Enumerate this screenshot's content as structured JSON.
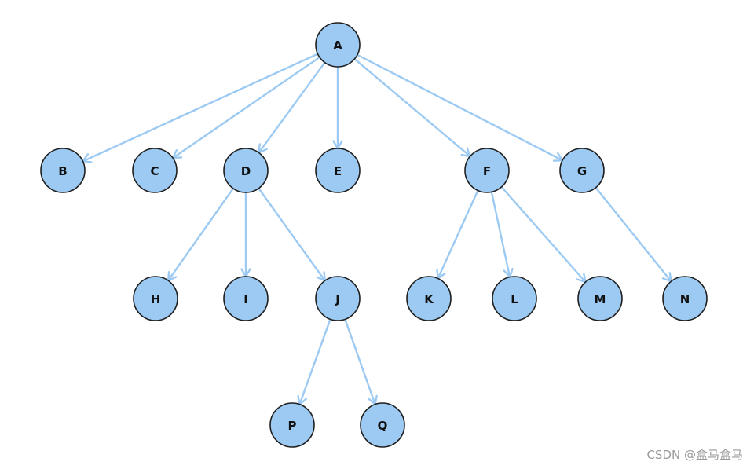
{
  "diagram": {
    "type": "tree",
    "colors": {
      "node_fill": "#9ccaf2",
      "node_stroke": "#1f1f1f",
      "edge": "#9ccaf2",
      "label": "#111111"
    },
    "nodes": [
      {
        "id": "A",
        "label": "A",
        "level": 0
      },
      {
        "id": "B",
        "label": "B",
        "level": 1
      },
      {
        "id": "C",
        "label": "C",
        "level": 1
      },
      {
        "id": "D",
        "label": "D",
        "level": 1
      },
      {
        "id": "E",
        "label": "E",
        "level": 1
      },
      {
        "id": "F",
        "label": "F",
        "level": 1
      },
      {
        "id": "G",
        "label": "G",
        "level": 1
      },
      {
        "id": "H",
        "label": "H",
        "level": 2
      },
      {
        "id": "I",
        "label": "I",
        "level": 2
      },
      {
        "id": "J",
        "label": "J",
        "level": 2
      },
      {
        "id": "K",
        "label": "K",
        "level": 2
      },
      {
        "id": "L",
        "label": "L",
        "level": 2
      },
      {
        "id": "M",
        "label": "M",
        "level": 2
      },
      {
        "id": "N",
        "label": "N",
        "level": 2
      },
      {
        "id": "P",
        "label": "P",
        "level": 3
      },
      {
        "id": "Q",
        "label": "Q",
        "level": 3
      }
    ],
    "edges": [
      {
        "from": "A",
        "to": "B"
      },
      {
        "from": "A",
        "to": "C"
      },
      {
        "from": "A",
        "to": "D"
      },
      {
        "from": "A",
        "to": "E"
      },
      {
        "from": "A",
        "to": "F"
      },
      {
        "from": "A",
        "to": "G"
      },
      {
        "from": "D",
        "to": "H"
      },
      {
        "from": "D",
        "to": "I"
      },
      {
        "from": "D",
        "to": "J"
      },
      {
        "from": "F",
        "to": "K"
      },
      {
        "from": "F",
        "to": "L"
      },
      {
        "from": "F",
        "to": "M"
      },
      {
        "from": "G",
        "to": "N"
      },
      {
        "from": "J",
        "to": "P"
      },
      {
        "from": "J",
        "to": "Q"
      }
    ]
  },
  "watermark": "CSDN @盒马盒马"
}
